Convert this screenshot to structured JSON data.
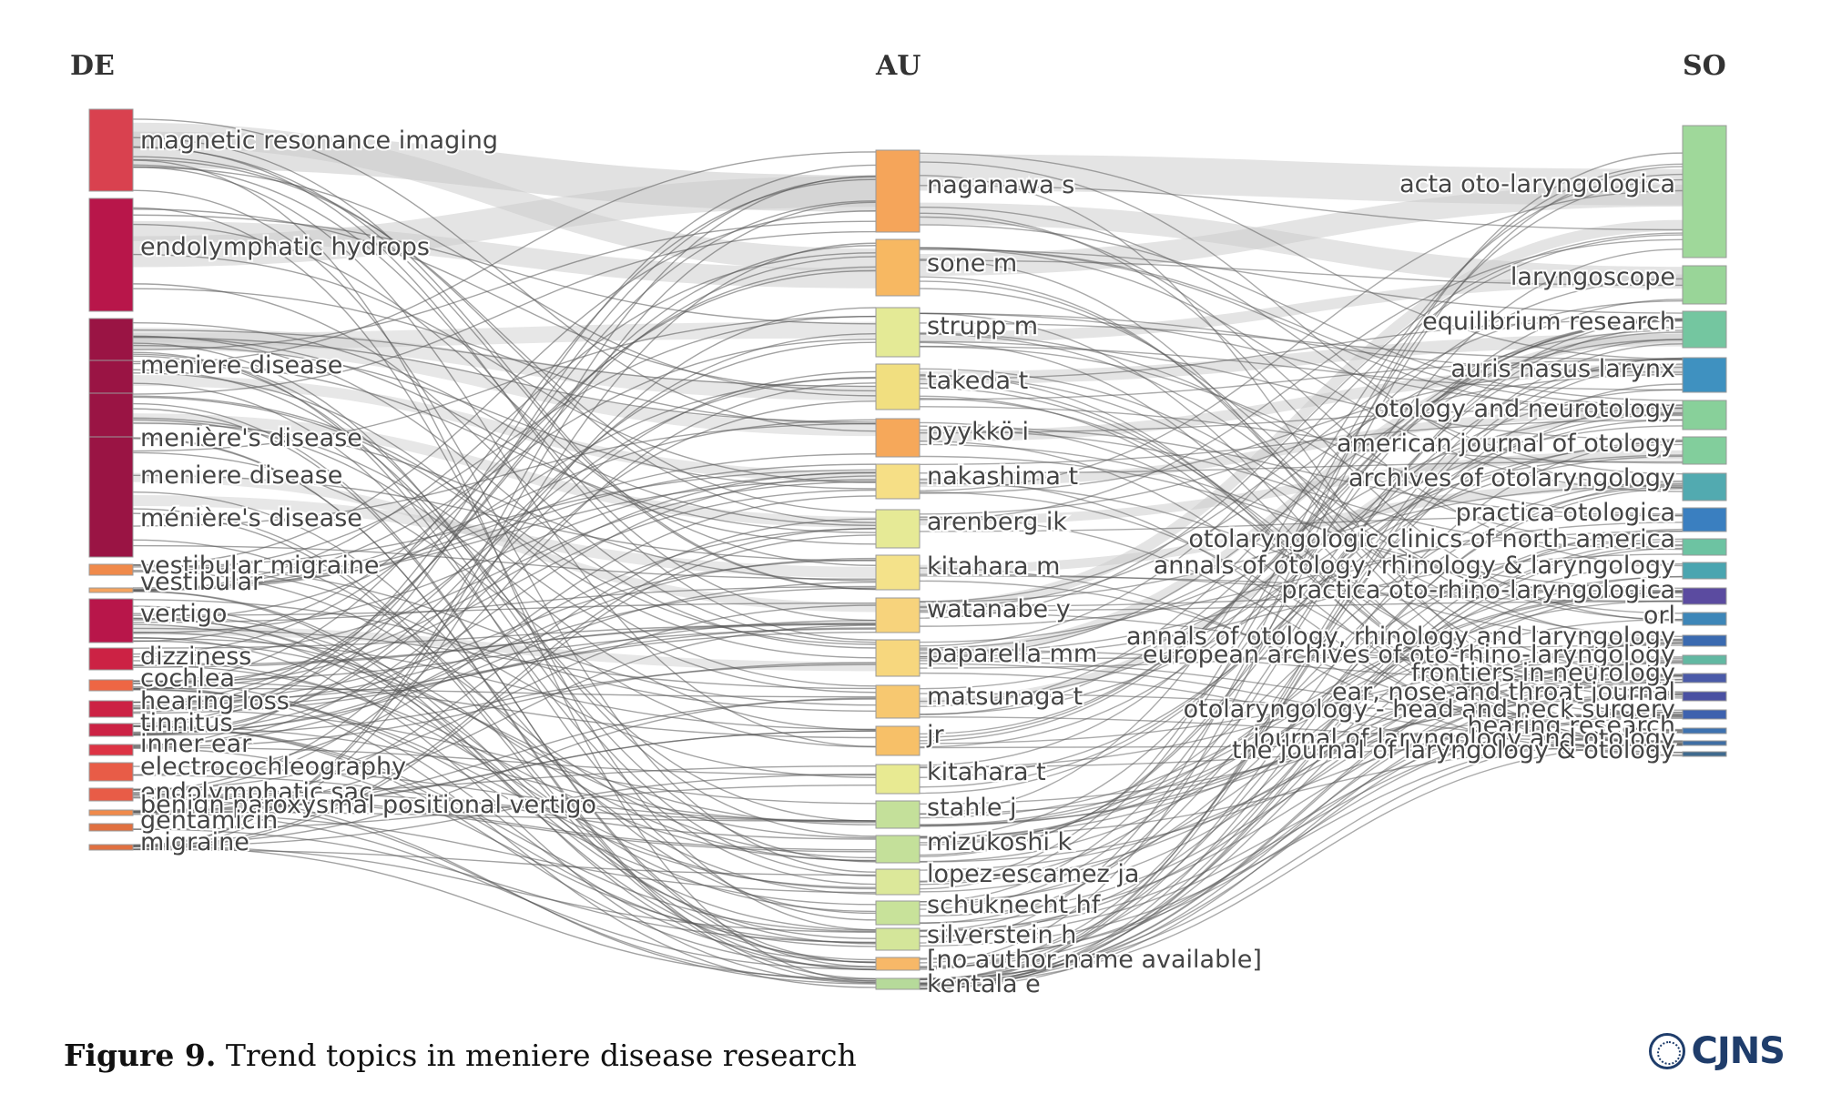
{
  "columns": {
    "left": "DE",
    "middle": "AU",
    "right": "SO"
  },
  "de_nodes": [
    {
      "id": "mri",
      "label": "magnetic resonance imaging",
      "color": "#d9414f"
    },
    {
      "id": "eh",
      "label": "endolymphatic hydrops",
      "color": "#b8164a"
    },
    {
      "id": "md1",
      "label": "meniere disease",
      "color": "#9a1444"
    },
    {
      "id": "md2",
      "label": "menière's disease",
      "color": "#9a1444"
    },
    {
      "id": "md3",
      "label": "meniere disease",
      "color": "#9a1444"
    },
    {
      "id": "md4",
      "label": "ménière's disease",
      "color": "#9a1444"
    },
    {
      "id": "vm",
      "label": "vestibular migraine",
      "color": "#f08a4b"
    },
    {
      "id": "vest",
      "label": "vestibular",
      "color": "#f4a460"
    },
    {
      "id": "vert",
      "label": "vertigo",
      "color": "#b8164a"
    },
    {
      "id": "dizz",
      "label": "dizziness",
      "color": "#cc2244"
    },
    {
      "id": "coch",
      "label": "cochlea",
      "color": "#ee6644"
    },
    {
      "id": "hl",
      "label": "hearing loss",
      "color": "#cc2244"
    },
    {
      "id": "tinn",
      "label": "tinnitus",
      "color": "#cc2244"
    },
    {
      "id": "ie",
      "label": "inner ear",
      "color": "#dd3344"
    },
    {
      "id": "ecog",
      "label": "electrocochleography",
      "color": "#e85c47"
    },
    {
      "id": "es",
      "label": "endolymphatic sac",
      "color": "#e85c47"
    },
    {
      "id": "bppv",
      "label": "benign paroxysmal positional vertigo",
      "color": "#f08a4b"
    },
    {
      "id": "gent",
      "label": "gentamicin",
      "color": "#e07040"
    },
    {
      "id": "migr",
      "label": "migraine",
      "color": "#e07040"
    }
  ],
  "au_nodes": [
    {
      "id": "nag",
      "label": "naganawa s",
      "color": "#f5a55a"
    },
    {
      "id": "sone",
      "label": "sone m",
      "color": "#f7b862"
    },
    {
      "id": "strupp",
      "label": "strupp m",
      "color": "#e4ea96"
    },
    {
      "id": "takeda",
      "label": "takeda t",
      "color": "#f1df80"
    },
    {
      "id": "pyykko",
      "label": "pyykkö i",
      "color": "#f6a85a"
    },
    {
      "id": "nakashima",
      "label": "nakashima t",
      "color": "#f6df86"
    },
    {
      "id": "arenberg",
      "label": "arenberg ik",
      "color": "#e6ea96"
    },
    {
      "id": "kitaharam",
      "label": "kitahara m",
      "color": "#f4e28a"
    },
    {
      "id": "watanabe",
      "label": "watanabe y",
      "color": "#f7d37c"
    },
    {
      "id": "paparella",
      "label": "paparella mm",
      "color": "#f7d77e"
    },
    {
      "id": "matsunaga",
      "label": "matsunaga t",
      "color": "#f7c870"
    },
    {
      "id": "jr",
      "label": "jr",
      "color": "#f7c068"
    },
    {
      "id": "kitaharat",
      "label": "kitahara t",
      "color": "#e8ea92"
    },
    {
      "id": "stahle",
      "label": "stahle j",
      "color": "#c4e09a"
    },
    {
      "id": "mizukoshi",
      "label": "mizukoshi k",
      "color": "#c4e09a"
    },
    {
      "id": "lopez",
      "label": "lopez-escamez ja",
      "color": "#dce89a"
    },
    {
      "id": "schuknecht",
      "label": "schuknecht hf",
      "color": "#c8e29a"
    },
    {
      "id": "silverstein",
      "label": "silverstein h",
      "color": "#d4e69a"
    },
    {
      "id": "noauthor",
      "label": "[no author name available]",
      "color": "#f7b868"
    },
    {
      "id": "kentala",
      "label": "kentala e",
      "color": "#b6da9a"
    }
  ],
  "so_nodes": [
    {
      "id": "aol",
      "label": "acta oto-laryngologica",
      "color": "#9fd89a"
    },
    {
      "id": "laryng",
      "label": "laryngoscope",
      "color": "#99d598"
    },
    {
      "id": "eqr",
      "label": "equilibrium research",
      "color": "#74c6a0"
    },
    {
      "id": "anl",
      "label": "auris nasus larynx",
      "color": "#3f91c0"
    },
    {
      "id": "otoneuro",
      "label": "otology and neurotology",
      "color": "#88d09a"
    },
    {
      "id": "ajo",
      "label": "american journal of otology",
      "color": "#82ce9c"
    },
    {
      "id": "aoto",
      "label": "archives of otolaryngology",
      "color": "#52aab0"
    },
    {
      "id": "po",
      "label": "practica otologica",
      "color": "#3a7fc0"
    },
    {
      "id": "ocna",
      "label": "otolaryngologic clinics of north america",
      "color": "#6dc3a2"
    },
    {
      "id": "aorl_amp",
      "label": "annals of otology, rhinology & laryngology",
      "color": "#4aa5b0"
    },
    {
      "id": "porl",
      "label": "practica oto-rhino-laryngologica",
      "color": "#5b4ba0"
    },
    {
      "id": "orl",
      "label": "orl",
      "color": "#3d86b8"
    },
    {
      "id": "aorl_and",
      "label": "annals of otology, rhinology and laryngology",
      "color": "#3a6ab0"
    },
    {
      "id": "eaorl",
      "label": "european archives of oto-rhino-laryngology",
      "color": "#62b8a2"
    },
    {
      "id": "fneuro",
      "label": "frontiers in neurology",
      "color": "#4a5aa8"
    },
    {
      "id": "entj",
      "label": "ear, nose and throat journal",
      "color": "#4a50a2"
    },
    {
      "id": "ohns",
      "label": "otolaryngology - head and neck surgery",
      "color": "#3e62ae"
    },
    {
      "id": "hr",
      "label": "hearing research",
      "color": "#3e72b0"
    },
    {
      "id": "jlo1",
      "label": "journal of laryngology and otology",
      "color": "#3f6ea4"
    },
    {
      "id": "jlo2",
      "label": "the journal of laryngology & otology",
      "color": "#3f6a8e"
    }
  ],
  "caption": {
    "label": "Figure 9.",
    "text": "Trend topics in meniere disease research"
  },
  "logo": {
    "text": "CJNS"
  }
}
